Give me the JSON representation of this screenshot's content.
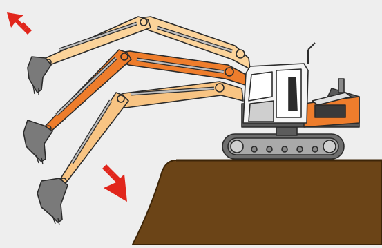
{
  "diagram": {
    "subject": "excavator-boom-reach",
    "colors": {
      "background": "#eeeeee",
      "ground": "#6b4417",
      "ground_edge": "#3d2508",
      "boom_upper": "#fbd39a",
      "boom_middle": "#ee7d2c",
      "boom_lower": "#f8c483",
      "outline": "#2b2b2b",
      "cab_body": "#ee7d2c",
      "track": "#6f6f6f",
      "bucket": "#7a7a7a",
      "arrow": "#e1261c"
    },
    "arrows": [
      {
        "name": "up-left",
        "meaning": "lift"
      },
      {
        "name": "down-right",
        "meaning": "lower"
      }
    ]
  }
}
